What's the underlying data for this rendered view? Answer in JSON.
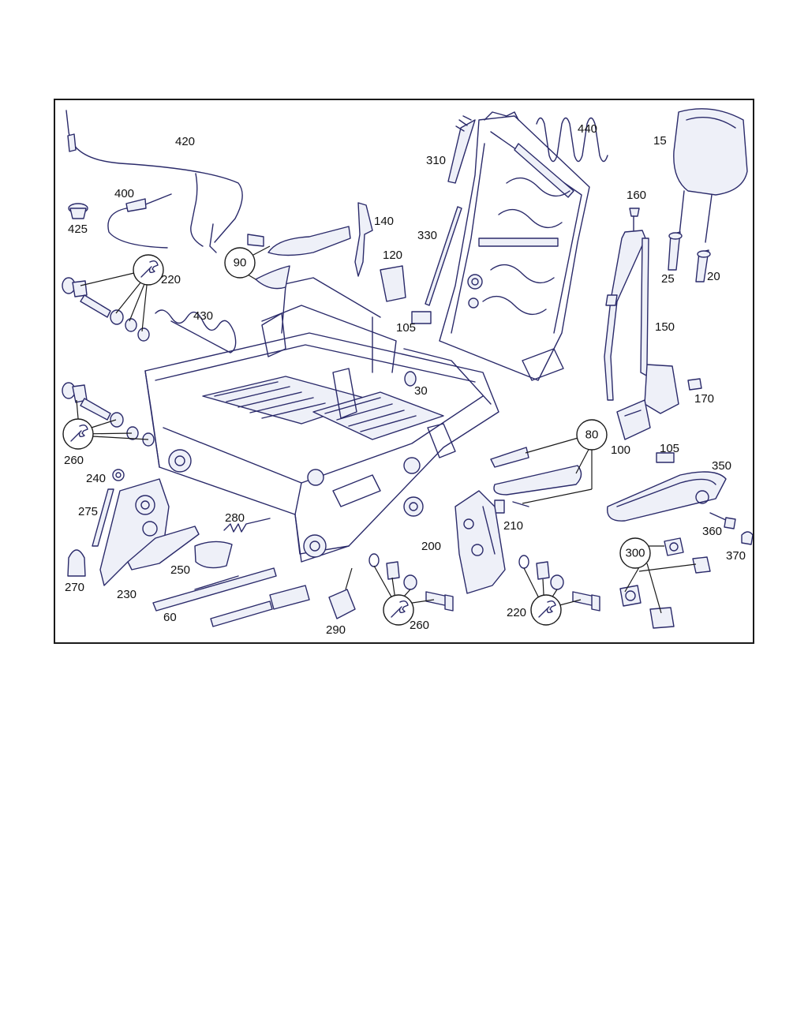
{
  "diagram": {
    "part_labels": {
      "p15": "15",
      "p20": "20",
      "p25": "25",
      "p30": "30",
      "p60": "60",
      "p100": "100",
      "p105a": "105",
      "p105b": "105",
      "p120": "120",
      "p140": "140",
      "p150": "150",
      "p160": "160",
      "p170": "170",
      "p200": "200",
      "p210": "210",
      "p220a": "220",
      "p220b": "220",
      "p230": "230",
      "p240": "240",
      "p250": "250",
      "p260a": "260",
      "p260b": "260",
      "p270": "270",
      "p275": "275",
      "p280": "280",
      "p290": "290",
      "p310": "310",
      "p330": "330",
      "p350": "350",
      "p360": "360",
      "p370": "370",
      "p400": "400",
      "p420": "420",
      "p425": "425",
      "p430": "430",
      "p440": "440"
    },
    "circled_labels": {
      "c80": "80",
      "c90": "90",
      "c300": "300"
    },
    "colors": {
      "line": "#2a2a6a",
      "text": "#111111",
      "frame": "#1a1a1a",
      "background": "#ffffff"
    },
    "icons": {
      "wrench": "wrench-icon"
    }
  }
}
